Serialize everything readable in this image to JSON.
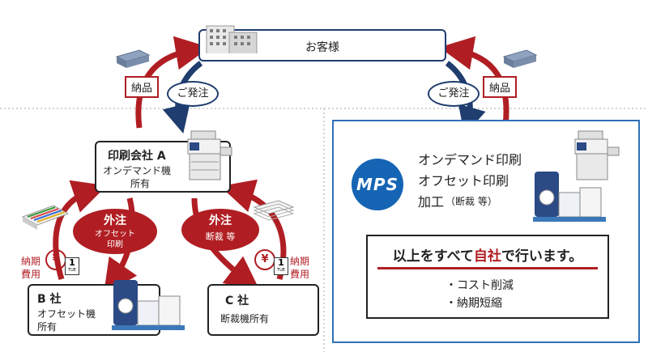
{
  "customer": {
    "label": "お客様"
  },
  "top_labels": {
    "delivery_left": "納品",
    "order_left": "ご発注",
    "order_right": "ご発注",
    "delivery_right": "納品"
  },
  "printer_a": {
    "title": "印刷会社 A",
    "line1": "オンデマンド機",
    "line2": "所有"
  },
  "outsource_left": {
    "title": "外注",
    "line1": "オフセット",
    "line2": "印刷"
  },
  "outsource_right": {
    "title": "外注",
    "line1": "断裁 等"
  },
  "side_labels": {
    "left_line1": "納期",
    "left_line2": "費用",
    "right_line1": "納期",
    "right_line2": "費用",
    "calendar_num": "1",
    "calendar_day": "TUE",
    "yen": "¥"
  },
  "company_b": {
    "title": "B 社",
    "line1": "オフセット機",
    "line2": "所有"
  },
  "company_c": {
    "title": "C 社",
    "line1": "断裁機所有"
  },
  "mps": {
    "logo": "MPS",
    "service1": "オンデマンド印刷",
    "service2": "オフセット印刷",
    "service3": "加工",
    "service3_note": "（断裁 等）"
  },
  "summary": {
    "headline_pre": "以上をすべて",
    "headline_em": "自社",
    "headline_post": "で行います。",
    "bullet1": "・コスト削減",
    "bullet2": "・納期短縮"
  },
  "colors": {
    "red": "#b01e23",
    "navy": "#1f3d6e",
    "blue": "#2f70b7",
    "mps_blue": "#1664b4"
  }
}
